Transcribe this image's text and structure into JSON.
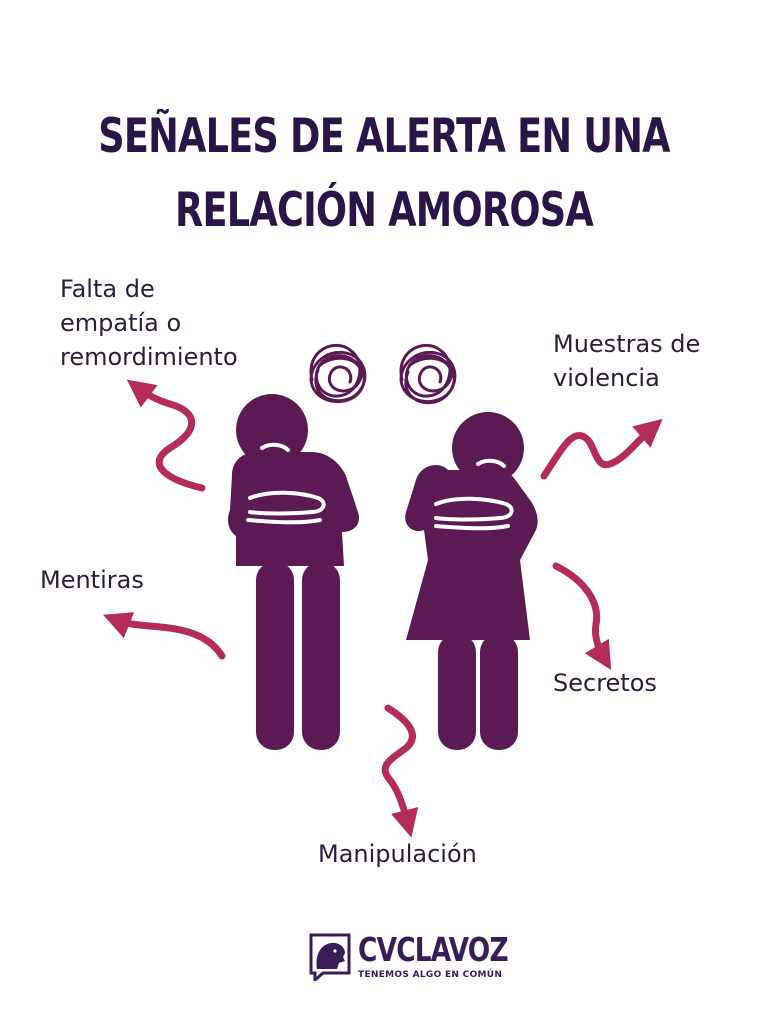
{
  "title": {
    "line1": "SEÑALES DE ALERTA EN UNA",
    "line2": "RELACIÓN AMOROSA"
  },
  "labels": {
    "empathy": {
      "line1": "Falta de",
      "line2": "empatía o",
      "line3": "remordimiento"
    },
    "violence": {
      "line1": "Muestras de",
      "line2": "violencia"
    },
    "lies": "Mentiras",
    "secrets": "Secretos",
    "manipulation": "Manipulación"
  },
  "logo": {
    "name": "CVCLAVOZ",
    "tagline": "TENEMOS ALGO EN COMÚN"
  },
  "colors": {
    "figure": "#5c1a55",
    "arrow": "#b32c5c",
    "title": "#2b1448",
    "text": "#2d1f3a"
  },
  "icons": [
    "tangled-scribble-icon",
    "arrow-icon",
    "lion-logo-icon"
  ]
}
